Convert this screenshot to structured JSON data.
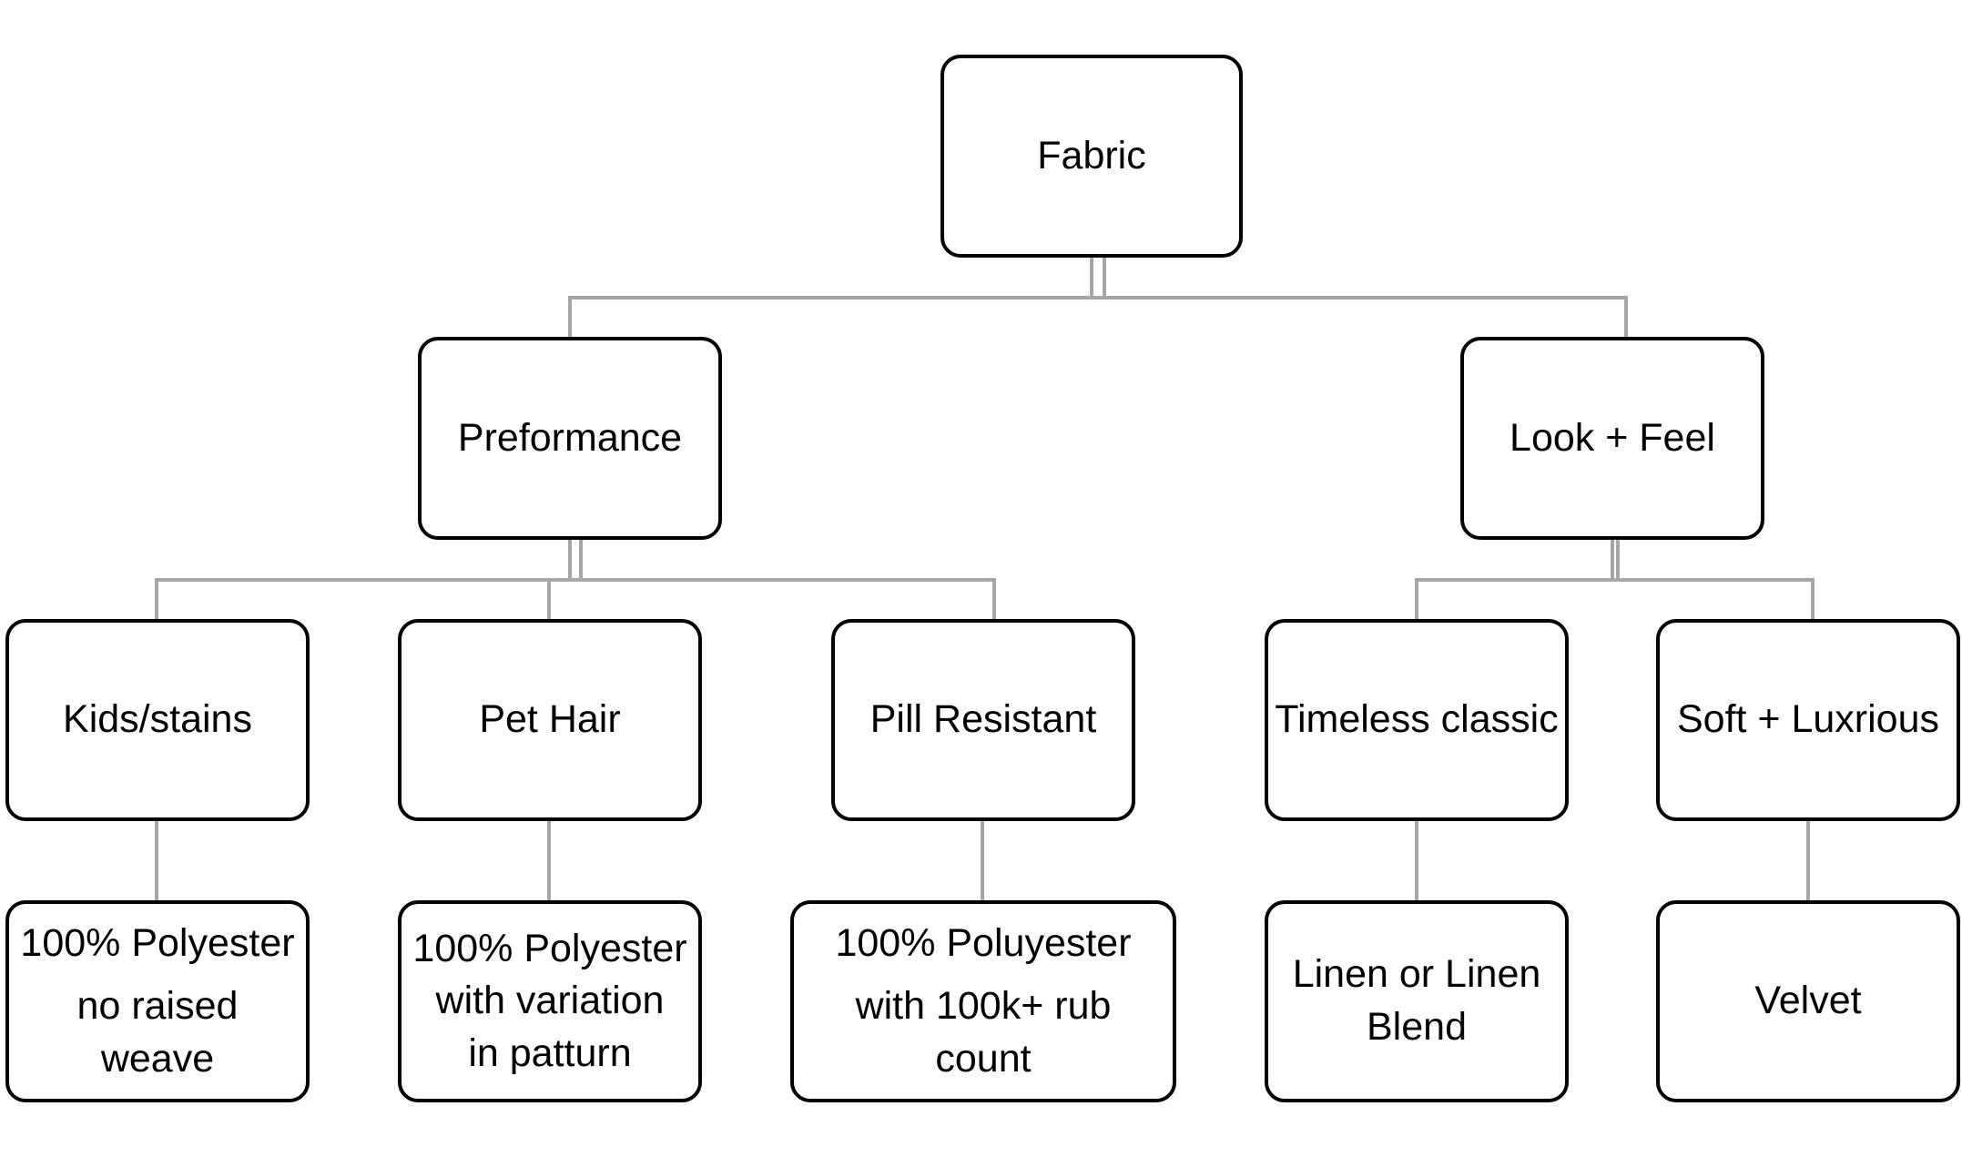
{
  "diagram": {
    "root": "Fabric",
    "branches": {
      "performance": "Preformance",
      "look_feel": "Look + Feel"
    },
    "categories": {
      "kids": "Kids/stains",
      "pet": "Pet Hair",
      "pill": "Pill Resistant",
      "timeless": "Timeless classic",
      "soft": "Soft + Luxrious"
    },
    "recommendations": {
      "kids": [
        "100% Polyester",
        "no raised",
        "weave"
      ],
      "pet": [
        "100% Polyester",
        "with variation",
        "in patturn"
      ],
      "pill": [
        "100% Poluyester",
        "with 100k+ rub",
        "count"
      ],
      "timeless": [
        "Linen or Linen",
        "Blend"
      ],
      "soft": [
        "Velvet"
      ]
    },
    "colors": {
      "box_border": "#000000",
      "connector": "#a6a6a6",
      "text": "#000000"
    }
  }
}
